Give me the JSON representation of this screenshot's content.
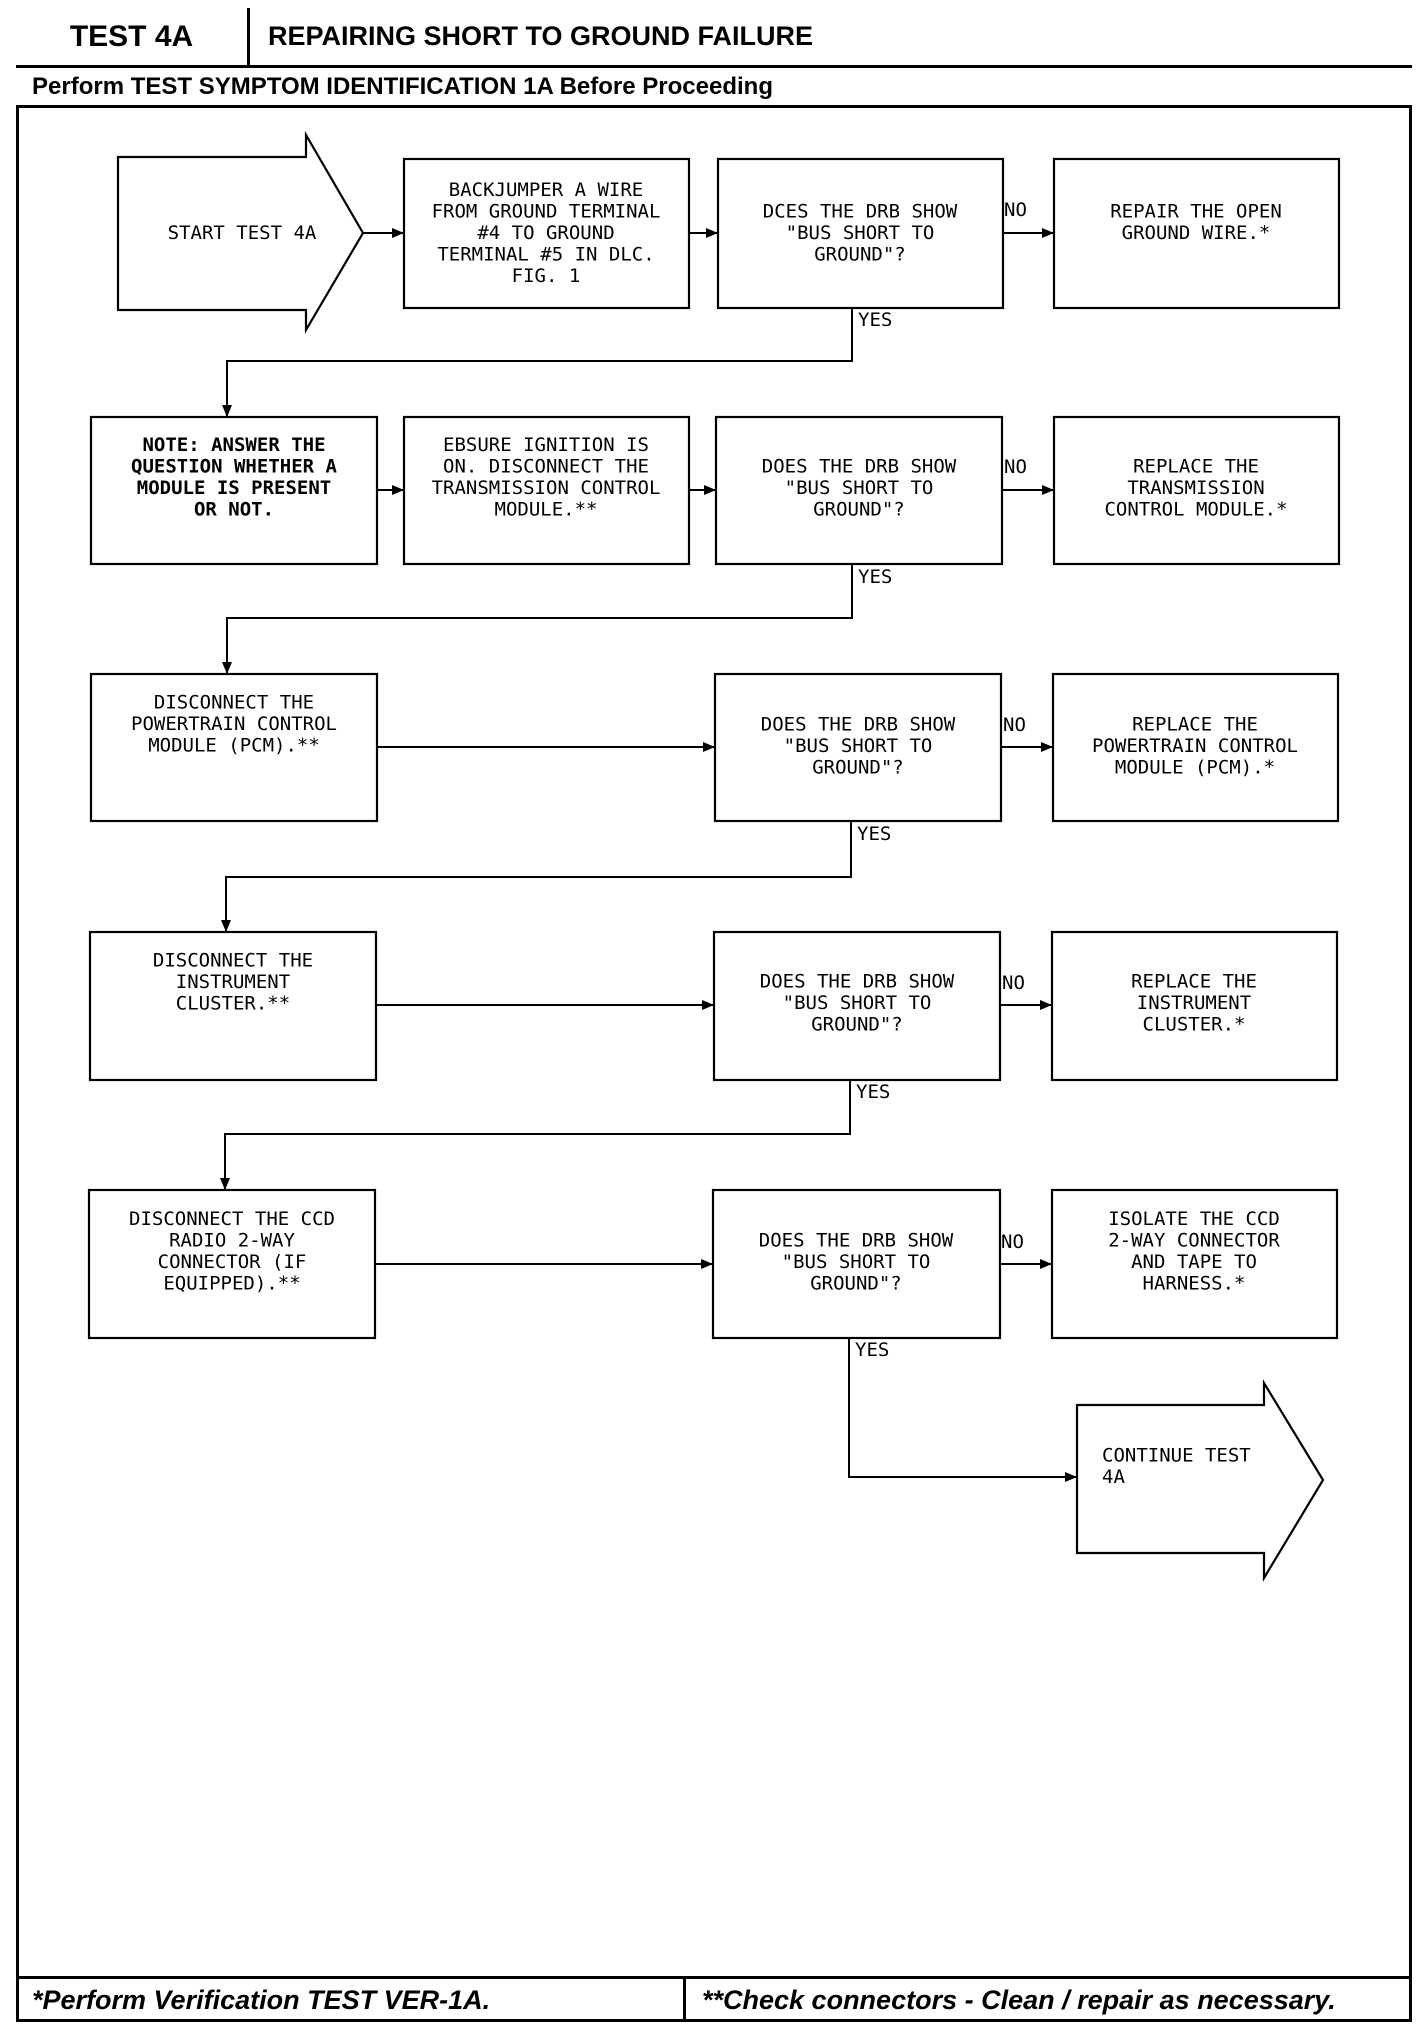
{
  "header": {
    "test_id": "TEST 4A",
    "title": "REPAIRING SHORT TO GROUND FAILURE",
    "subtitle": "Perform TEST SYMPTOM IDENTIFICATION 1A Before Proceeding"
  },
  "flowchart": {
    "start": [
      "START TEST 4A"
    ],
    "row1": {
      "action": [
        "BACKJUMPER A WIRE",
        "FROM GROUND TERMINAL",
        "#4 TO GROUND",
        "TERMINAL #5 IN DLC.",
        "FIG. 1"
      ],
      "question": [
        "DCES THE DRB SHOW",
        "\"BUS SHORT TO",
        "GROUND\"?"
      ],
      "no_result": [
        "REPAIR THE OPEN",
        "GROUND WIRE.*"
      ]
    },
    "row2": {
      "note": [
        "NOTE: ANSWER THE",
        "QUESTION WHETHER A",
        "MODULE IS PRESENT",
        "OR NOT."
      ],
      "action": [
        "EBSURE IGNITION IS",
        "ON. DISCONNECT THE",
        "TRANSMISSION CONTROL",
        "MODULE.**"
      ],
      "question": [
        "DOES THE DRB SHOW",
        "\"BUS SHORT TO",
        "GROUND\"?"
      ],
      "no_result": [
        "REPLACE THE",
        "TRANSMISSION",
        "CONTROL MODULE.*"
      ]
    },
    "row3": {
      "action": [
        "DISCONNECT THE",
        "POWERTRAIN CONTROL",
        "MODULE (PCM).**"
      ],
      "question": [
        "DOES THE DRB SHOW",
        "\"BUS SHORT TO",
        "GROUND\"?"
      ],
      "no_result": [
        "REPLACE THE",
        "POWERTRAIN CONTROL",
        "MODULE (PCM).*"
      ]
    },
    "row4": {
      "action": [
        "DISCONNECT THE",
        "INSTRUMENT",
        "CLUSTER.**"
      ],
      "question": [
        "DOES THE DRB SHOW",
        "\"BUS SHORT TO",
        "GROUND\"?"
      ],
      "no_result": [
        "REPLACE THE",
        "INSTRUMENT",
        "CLUSTER.*"
      ]
    },
    "row5": {
      "action": [
        "DISCONNECT THE CCD",
        "RADIO 2-WAY",
        "CONNECTOR (IF",
        "EQUIPPED).**"
      ],
      "question": [
        "DOES THE DRB SHOW",
        "\"BUS SHORT TO",
        "GROUND\"?"
      ],
      "no_result": [
        "ISOLATE THE CCD",
        "2-WAY CONNECTOR",
        "AND TAPE TO",
        "HARNESS.*"
      ]
    },
    "end": [
      "CONTINUE TEST",
      "4A"
    ],
    "yes_label": "YES",
    "no_label": "NO"
  },
  "footer": {
    "left": "*Perform Verification TEST VER-1A.",
    "right": "**Check connectors - Clean / repair as necessary."
  }
}
